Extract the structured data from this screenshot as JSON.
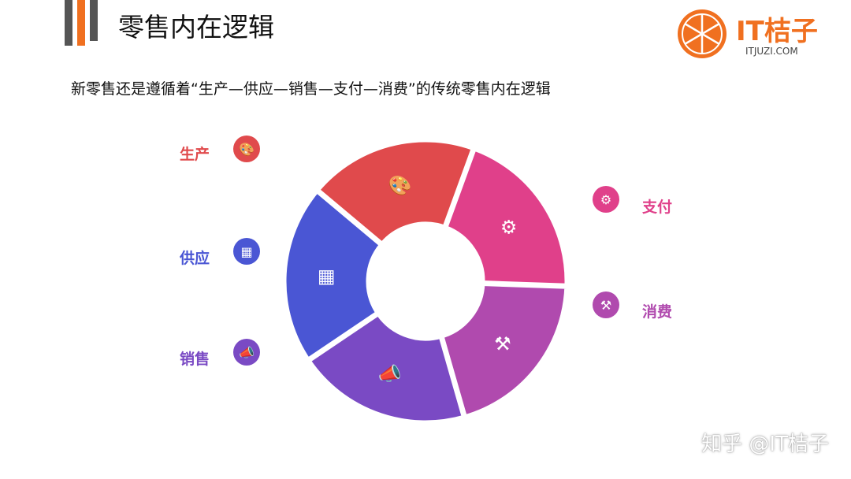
{
  "header": {
    "title": "零售内在逻辑",
    "subtitle": "新零售还是遵循着“生产—供应—销售—支付—消费”的传统零售内在逻辑"
  },
  "logo": {
    "name": "IT桔子",
    "domain": "ITJUZI.COM",
    "color": "#f07020"
  },
  "steps": [
    {
      "label": "生产",
      "icon": "palette-icon",
      "glyph": "🎨",
      "color": "#e04a4c"
    },
    {
      "label": "支付",
      "icon": "gear-icon",
      "glyph": "⚙",
      "color": "#e0408a"
    },
    {
      "label": "消费",
      "icon": "tools-icon",
      "glyph": "⚒",
      "color": "#b04aae"
    },
    {
      "label": "销售",
      "icon": "megaphone-icon",
      "glyph": "📣",
      "color": "#7a4ac4"
    },
    {
      "label": "供应",
      "icon": "store-icon",
      "glyph": "▦",
      "color": "#4a56d4"
    }
  ],
  "watermark": "知乎 @IT桔子"
}
